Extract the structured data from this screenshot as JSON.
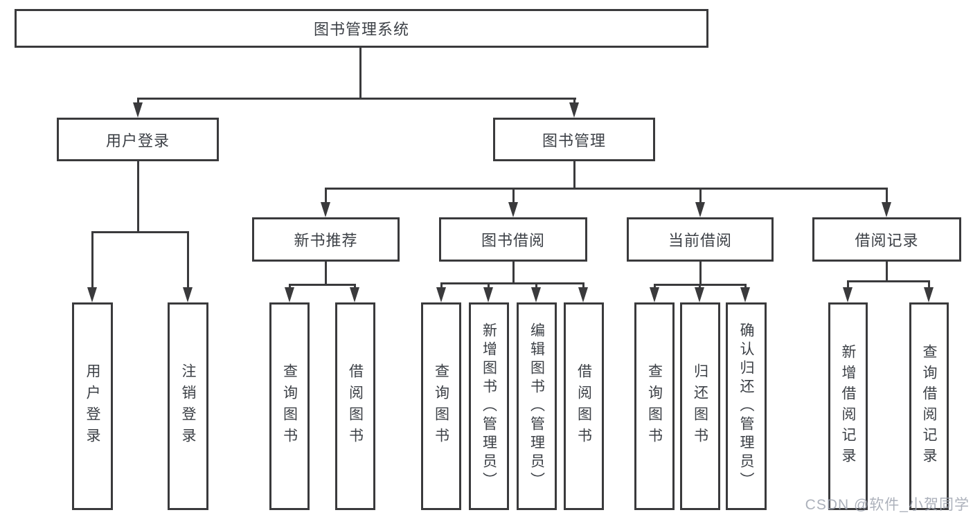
{
  "diagram": {
    "type": "hierarchy-tree",
    "orientation": "top-down",
    "colors": {
      "line": "#3a3a3c",
      "text": "#3c4046",
      "box_fill": "#ffffff",
      "watermark": "#9ea3af"
    },
    "watermark": "CSDN @软件_小贺同学",
    "nodes": {
      "root": {
        "label": "图书管理系统"
      },
      "user_login": {
        "label": "用户登录"
      },
      "book_mgmt": {
        "label": "图书管理"
      },
      "new_book_rec": {
        "label": "新书推荐"
      },
      "book_borrow": {
        "label": "图书借阅"
      },
      "current_borrow": {
        "label": "当前借阅"
      },
      "borrow_records": {
        "label": "借阅记录"
      },
      "leaf_user_login": {
        "label": "用户登录"
      },
      "leaf_logout": {
        "label": "注销登录"
      },
      "leaf_rec_query_book": {
        "label": "查询图书"
      },
      "leaf_rec_borrow_book": {
        "label": "借阅图书"
      },
      "leaf_bb_query_book": {
        "label": "查询图书"
      },
      "leaf_bb_add_book": {
        "label": "新增图书（管理员）"
      },
      "leaf_bb_edit_book": {
        "label": "编辑图书（管理员）"
      },
      "leaf_bb_borrow_book": {
        "label": "借阅图书"
      },
      "leaf_cb_query_book": {
        "label": "查询图书"
      },
      "leaf_cb_return_book": {
        "label": "归还图书"
      },
      "leaf_cb_confirm_return": {
        "label": "确认归还（管理员）"
      },
      "leaf_br_add_record": {
        "label": "新增借阅记录"
      },
      "leaf_br_query_record": {
        "label": "查询借阅记录"
      }
    },
    "edges": [
      {
        "from": "root",
        "to": "user_login"
      },
      {
        "from": "root",
        "to": "book_mgmt"
      },
      {
        "from": "user_login",
        "to": "leaf_user_login"
      },
      {
        "from": "user_login",
        "to": "leaf_logout"
      },
      {
        "from": "book_mgmt",
        "to": "new_book_rec"
      },
      {
        "from": "book_mgmt",
        "to": "book_borrow"
      },
      {
        "from": "book_mgmt",
        "to": "current_borrow"
      },
      {
        "from": "book_mgmt",
        "to": "borrow_records"
      },
      {
        "from": "new_book_rec",
        "to": "leaf_rec_query_book"
      },
      {
        "from": "new_book_rec",
        "to": "leaf_rec_borrow_book"
      },
      {
        "from": "book_borrow",
        "to": "leaf_bb_query_book"
      },
      {
        "from": "book_borrow",
        "to": "leaf_bb_add_book"
      },
      {
        "from": "book_borrow",
        "to": "leaf_bb_edit_book"
      },
      {
        "from": "book_borrow",
        "to": "leaf_bb_borrow_book"
      },
      {
        "from": "current_borrow",
        "to": "leaf_cb_query_book"
      },
      {
        "from": "current_borrow",
        "to": "leaf_cb_return_book"
      },
      {
        "from": "current_borrow",
        "to": "leaf_cb_confirm_return"
      },
      {
        "from": "borrow_records",
        "to": "leaf_br_add_record"
      },
      {
        "from": "borrow_records",
        "to": "leaf_br_query_record"
      }
    ]
  }
}
